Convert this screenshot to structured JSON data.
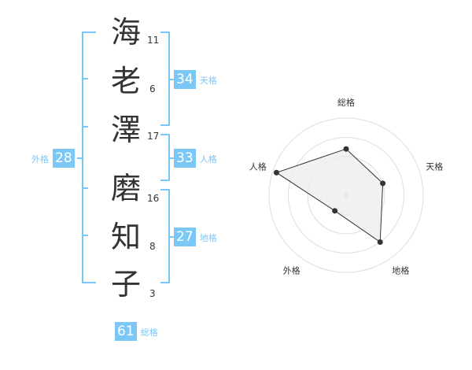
{
  "characters": [
    {
      "char": "海",
      "strokes": "11"
    },
    {
      "char": "老",
      "strokes": "6"
    },
    {
      "char": "澤",
      "strokes": "17"
    },
    {
      "char": "磨",
      "strokes": "16"
    },
    {
      "char": "知",
      "strokes": "8"
    },
    {
      "char": "子",
      "strokes": "3"
    }
  ],
  "fortunes": {
    "tenkaku": {
      "value": "34",
      "label": "天格"
    },
    "jinkaku": {
      "value": "33",
      "label": "人格"
    },
    "chikaku": {
      "value": "27",
      "label": "地格"
    },
    "gaikaku": {
      "value": "28",
      "label": "外格"
    },
    "soukaku": {
      "value": "61",
      "label": "総格"
    }
  },
  "colors": {
    "accent": "#7bc8f6",
    "text": "#333333",
    "grid": "#dddddd",
    "fill": "#eeeeee"
  },
  "chart_data": {
    "type": "radar",
    "axes": [
      "総格",
      "天格",
      "地格",
      "外格",
      "人格"
    ],
    "values": [
      0.6,
      0.5,
      0.75,
      0.25,
      0.95
    ],
    "max": 1,
    "rings": 4,
    "grid": true,
    "legend": "none"
  }
}
